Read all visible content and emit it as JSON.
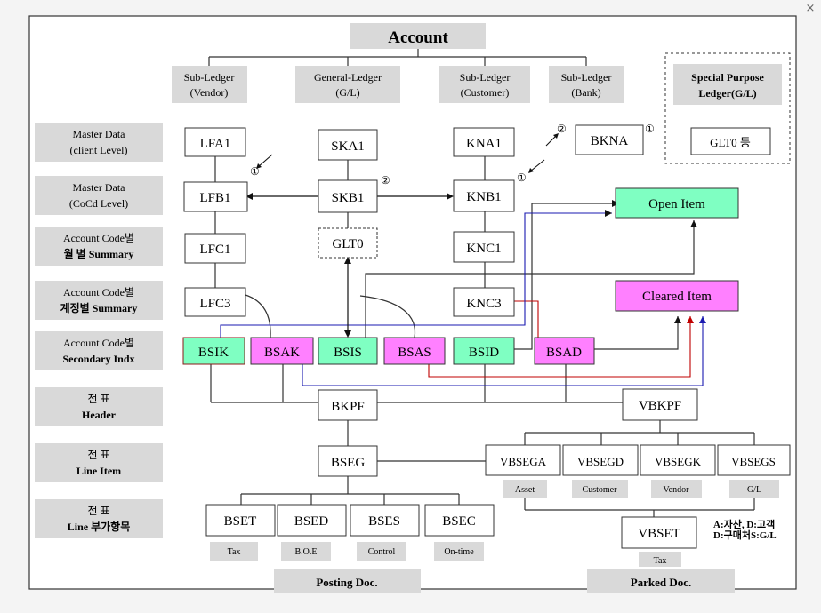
{
  "window": {
    "close_label": "×"
  },
  "title": "Account",
  "columns": [
    {
      "id": "vendor",
      "line1": "Sub-Ledger",
      "line2": "(Vendor)"
    },
    {
      "id": "gl",
      "line1": "General-Ledger",
      "line2": "(G/L)"
    },
    {
      "id": "customer",
      "line1": "Sub-Ledger",
      "line2": "(Customer)"
    },
    {
      "id": "bank",
      "line1": "Sub-Ledger",
      "line2": "(Bank)"
    }
  ],
  "special": {
    "line1": "Special Purpose",
    "line2": "Ledger(G/L)",
    "table": "GLT0 등"
  },
  "rows": [
    {
      "id": "master-client",
      "line1": "Master  Data",
      "line2": "(client Level)"
    },
    {
      "id": "master-cocd",
      "line1": "Master  Data",
      "line2": "(CoCd Level)"
    },
    {
      "id": "monthly",
      "line1": "Account Code별",
      "line2": "월 별  Summary"
    },
    {
      "id": "account",
      "line1": "Account Code별",
      "line2": "계정별 Summary"
    },
    {
      "id": "secondary",
      "line1": "Account Code별",
      "line2": "Secondary Indx"
    },
    {
      "id": "header",
      "line1": "전  표",
      "line2": "Header"
    },
    {
      "id": "line-item",
      "line1": "전  표",
      "line2": "Line Item"
    },
    {
      "id": "line-extra",
      "line1": "전  표",
      "line2": "Line 부가항목"
    }
  ],
  "tables": {
    "LFA1": "LFA1",
    "LFB1": "LFB1",
    "LFC1": "LFC1",
    "LFC3": "LFC3",
    "SKA1": "SKA1",
    "SKB1": "SKB1",
    "GLT0": "GLT0",
    "KNA1": "KNA1",
    "KNB1": "KNB1",
    "KNC1": "KNC1",
    "KNC3": "KNC3",
    "BKNA": "BKNA",
    "BSIK": "BSIK",
    "BSAK": "BSAK",
    "BSIS": "BSIS",
    "BSAS": "BSAS",
    "BSID": "BSID",
    "BSAD": "BSAD",
    "BKPF": "BKPF",
    "VBKPF": "VBKPF",
    "BSEG": "BSEG",
    "VBSEGA": "VBSEGA",
    "VBSEGD": "VBSEGD",
    "VBSEGK": "VBSEGK",
    "VBSEGS": "VBSEGS",
    "BSET": "BSET",
    "BSED": "BSED",
    "BSES": "BSES",
    "BSEC": "BSEC",
    "VBSET": "VBSET"
  },
  "open_item": "Open  Item",
  "cleared_item": "Cleared  Item",
  "markers": {
    "one": "①",
    "two": "②"
  },
  "sub_labels": {
    "asset": "Asset",
    "customer": "Customer",
    "vendor": "Vendor",
    "gl": "G/L",
    "tax": "Tax",
    "boe": "B.O.E",
    "control": "Control",
    "ontime": "On-time",
    "tax2": "Tax"
  },
  "legend": {
    "line1": "A:자산, D:고객",
    "line2": "D:구매처S:G/L"
  },
  "footer": {
    "posting": "Posting Doc.",
    "parked": "Parked Doc."
  },
  "colors": {
    "green": "#7fffc2",
    "magenta": "#ff80ff",
    "gray": "#d9d9d9",
    "red": "#c00000",
    "blue": "#1a1ab0"
  }
}
